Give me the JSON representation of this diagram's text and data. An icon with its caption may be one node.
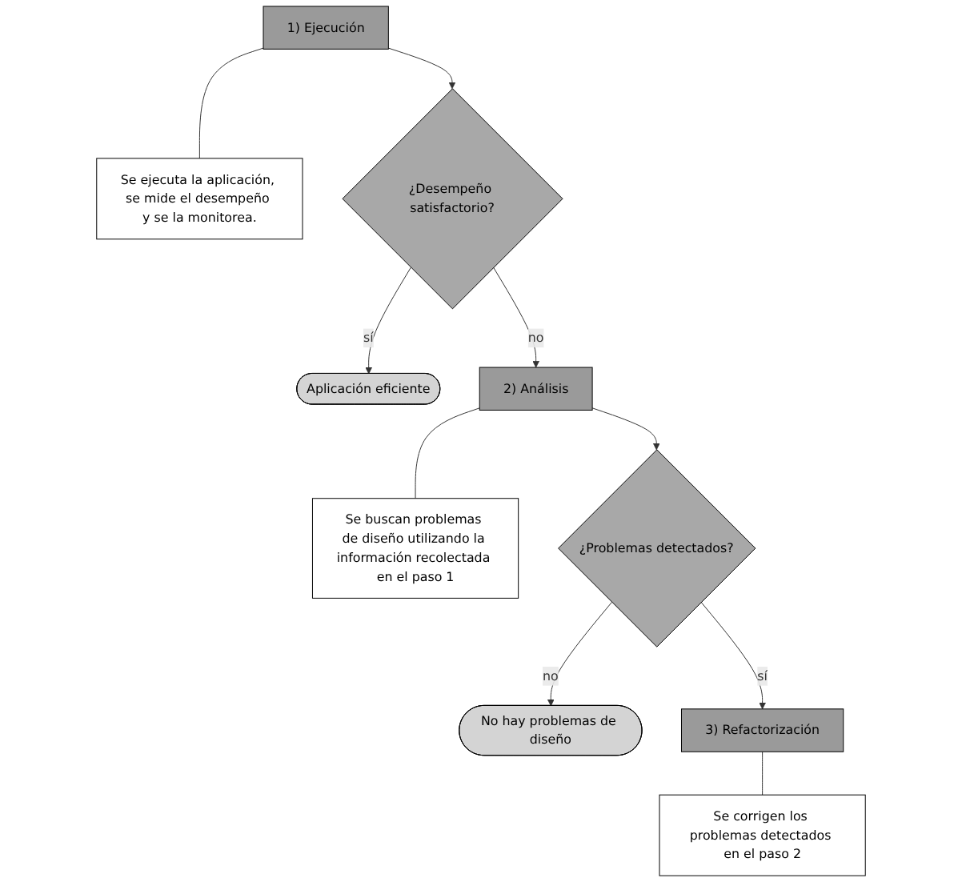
{
  "diagram": {
    "nodes": [
      {
        "text": [
          "1) Ejecución"
        ]
      },
      {
        "text": [
          "Se ejecuta la aplicación, se mide el desempeño y se la monitorea."
        ]
      },
      {
        "text": [
          "¿Desempeño satisfactorio?"
        ]
      },
      {
        "text": [
          "Aplicación eficiente"
        ]
      },
      {
        "text": [
          "2) Análisis"
        ]
      },
      {
        "text": [
          "Se buscan problemas de diseño utilizando la información recolectada en el paso 1"
        ]
      },
      {
        "text": [
          "¿Problemas detectados?"
        ]
      },
      {
        "text": [
          "No hay problemas de diseño"
        ]
      },
      {
        "text": [
          "3) Refactorización"
        ]
      },
      {
        "text": [
          "Se corrigen los problemas detectados en el paso 2"
        ]
      }
    ],
    "edges": [
      {
        "from": 0,
        "to": 1,
        "arrow": "none"
      },
      {
        "from": 0,
        "to": 2,
        "arrow": "to"
      },
      {
        "from": 2,
        "to": 3,
        "arrow": "to",
        "label": "sí"
      },
      {
        "from": 2,
        "to": 4,
        "arrow": "to",
        "label": "no"
      },
      {
        "from": 4,
        "to": 5,
        "arrow": "none"
      },
      {
        "from": 4,
        "to": 6,
        "arrow": "to"
      },
      {
        "from": 6,
        "to": 7,
        "arrow": "to",
        "label": "no"
      },
      {
        "from": 6,
        "to": 8,
        "arrow": "to",
        "label": "sí"
      },
      {
        "from": 8,
        "to": 9,
        "arrow": "none"
      }
    ]
  }
}
